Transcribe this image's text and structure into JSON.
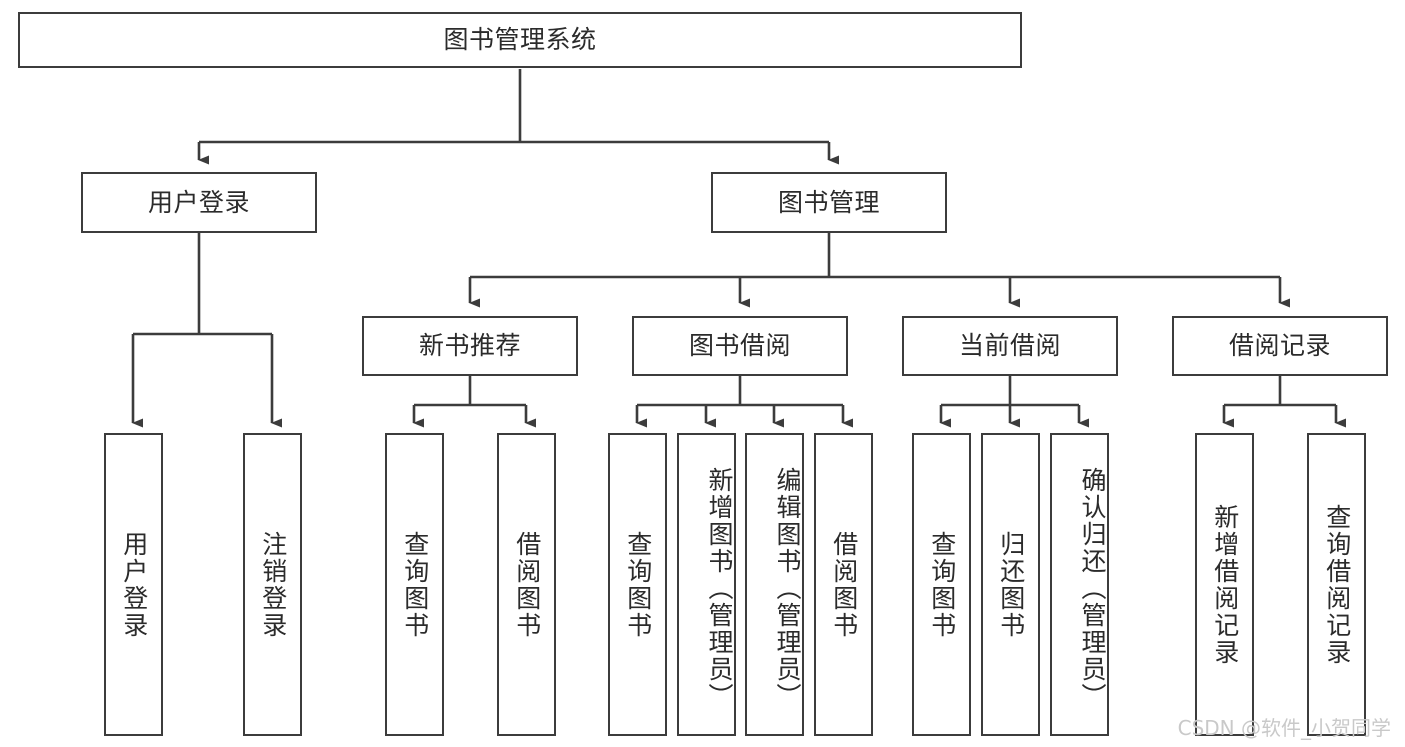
{
  "diagram": {
    "title": "图书管理系统",
    "type": "tree-hierarchy",
    "root": {
      "label": "图书管理系统"
    },
    "level2": [
      {
        "label": "用户登录"
      },
      {
        "label": "图书管理"
      }
    ],
    "level3": [
      {
        "label": "新书推荐"
      },
      {
        "label": "图书借阅"
      },
      {
        "label": "当前借阅"
      },
      {
        "label": "借阅记录"
      }
    ],
    "leaves": {
      "user_login": [
        {
          "label": "用户登录"
        },
        {
          "label": "注销登录"
        }
      ],
      "new_book_recommend": [
        {
          "label": "查询图书"
        },
        {
          "label": "借阅图书"
        }
      ],
      "book_borrow": [
        {
          "label": "查询图书"
        },
        {
          "label": "新增图书（管理员）"
        },
        {
          "label": "编辑图书（管理员）"
        },
        {
          "label": "借阅图书"
        }
      ],
      "current_borrow": [
        {
          "label": "查询图书"
        },
        {
          "label": "归还图书"
        },
        {
          "label": "确认归还（管理员）"
        }
      ],
      "borrow_record": [
        {
          "label": "新增借阅记录"
        },
        {
          "label": "查询借阅记录"
        }
      ]
    }
  },
  "watermark": {
    "text": "CSDN @软件_小贺同学"
  },
  "colors": {
    "stroke": "#3c3c3c",
    "text": "#2b2b2b",
    "background": "#ffffff",
    "watermark": "#c9c9c9"
  }
}
